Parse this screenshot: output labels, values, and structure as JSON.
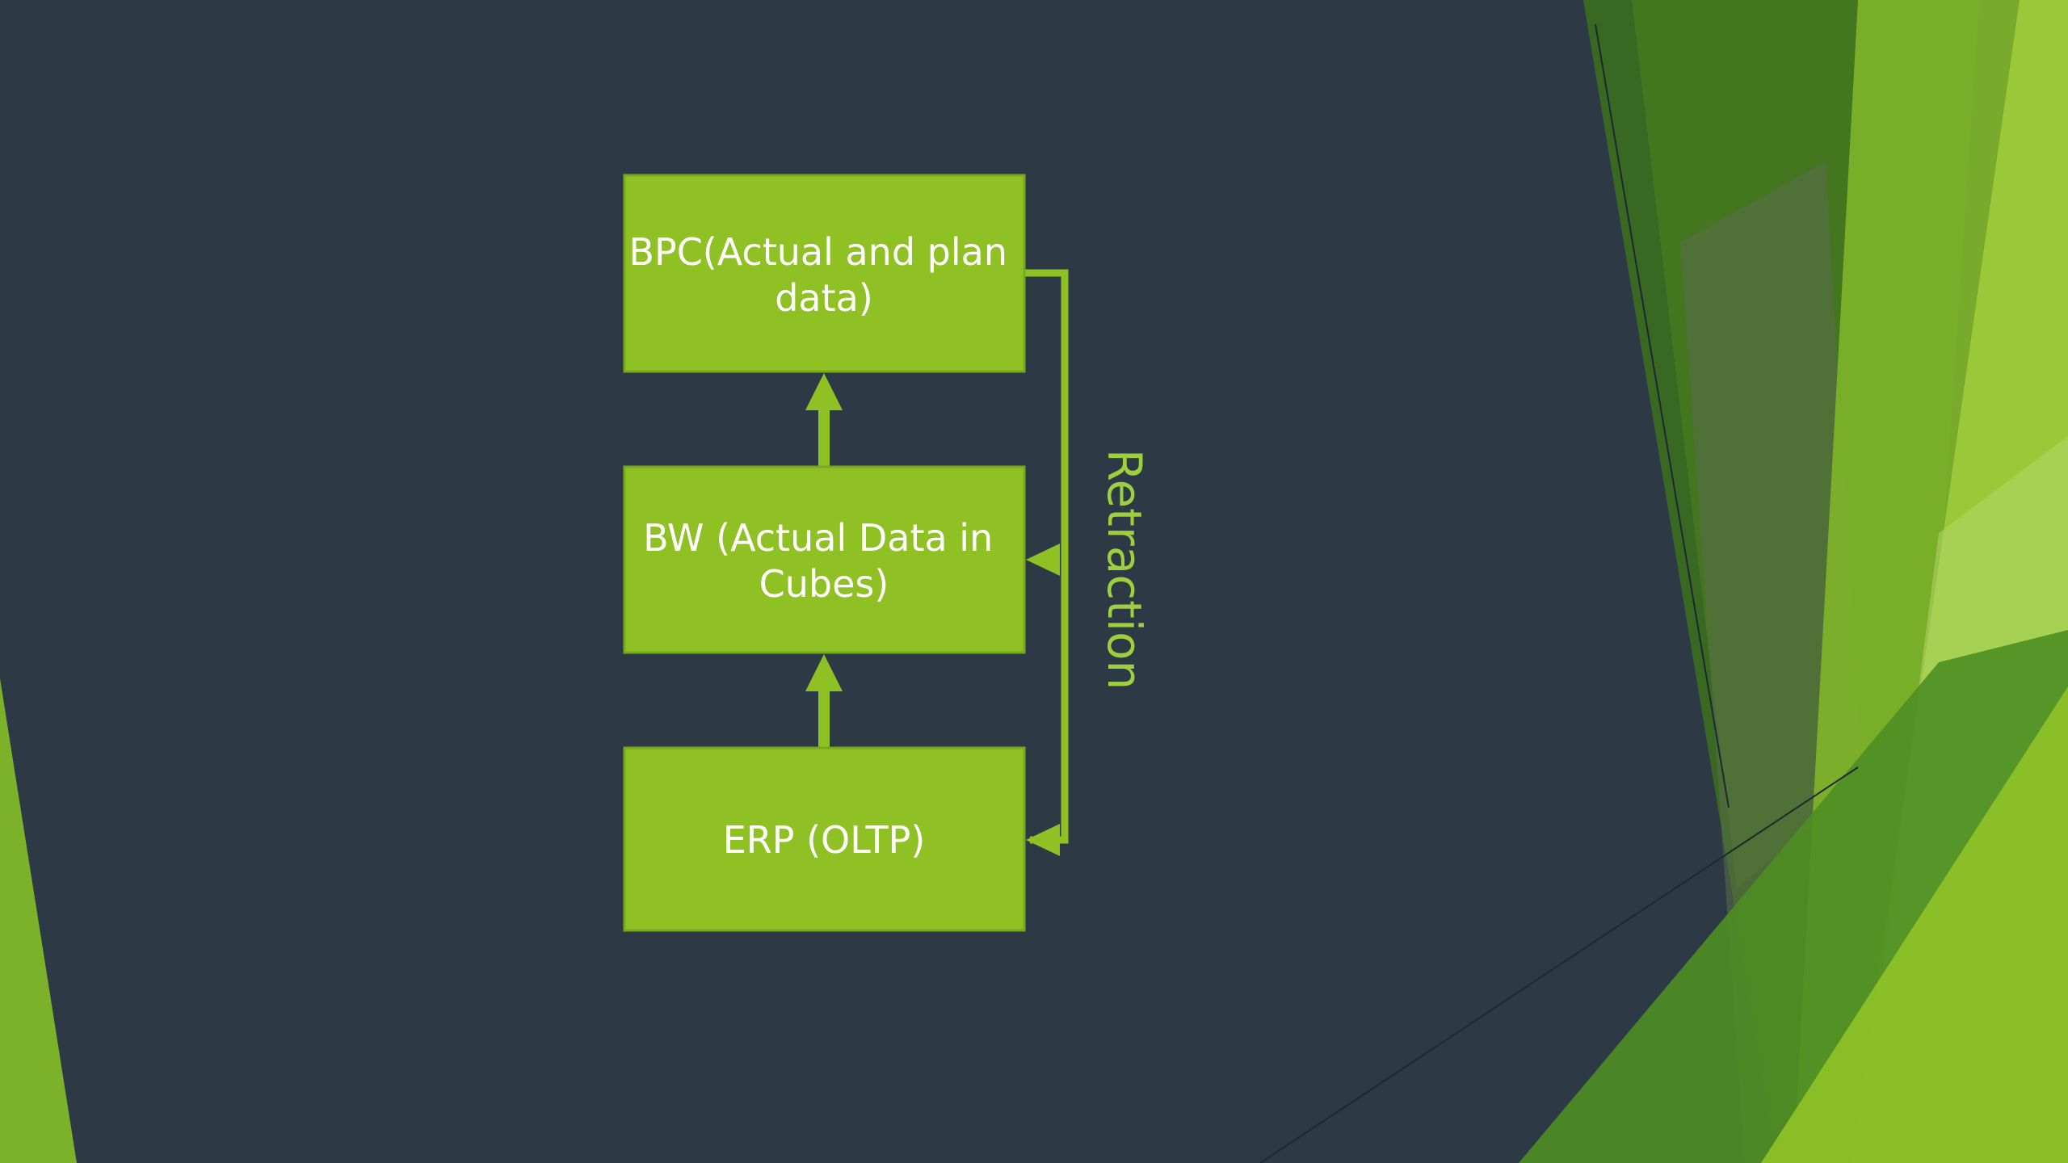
{
  "colors": {
    "background": "#2d3a45",
    "box_fill": "#8fc124",
    "box_stroke": "#7aa81c",
    "connector": "#8fc124",
    "label": "#9dcf3e",
    "box_text": "#ffffff",
    "decor_green_light": "#9ccc3a",
    "decor_green_dark": "#3d6b20"
  },
  "diagram": {
    "nodes": [
      {
        "id": "bpc",
        "lines": [
          "BPC(Actual and plan",
          "data)"
        ]
      },
      {
        "id": "bw",
        "lines": [
          "BW (Actual Data in",
          "Cubes)"
        ]
      },
      {
        "id": "erp",
        "lines": [
          "ERP (OLTP)"
        ]
      }
    ],
    "edges": [
      {
        "from": "erp",
        "to": "bw"
      },
      {
        "from": "bw",
        "to": "bpc"
      },
      {
        "from": "bpc",
        "to": "bw",
        "via": "retraction"
      },
      {
        "from": "bpc",
        "to": "erp",
        "via": "retraction"
      }
    ],
    "retraction_label": "Retraction"
  }
}
